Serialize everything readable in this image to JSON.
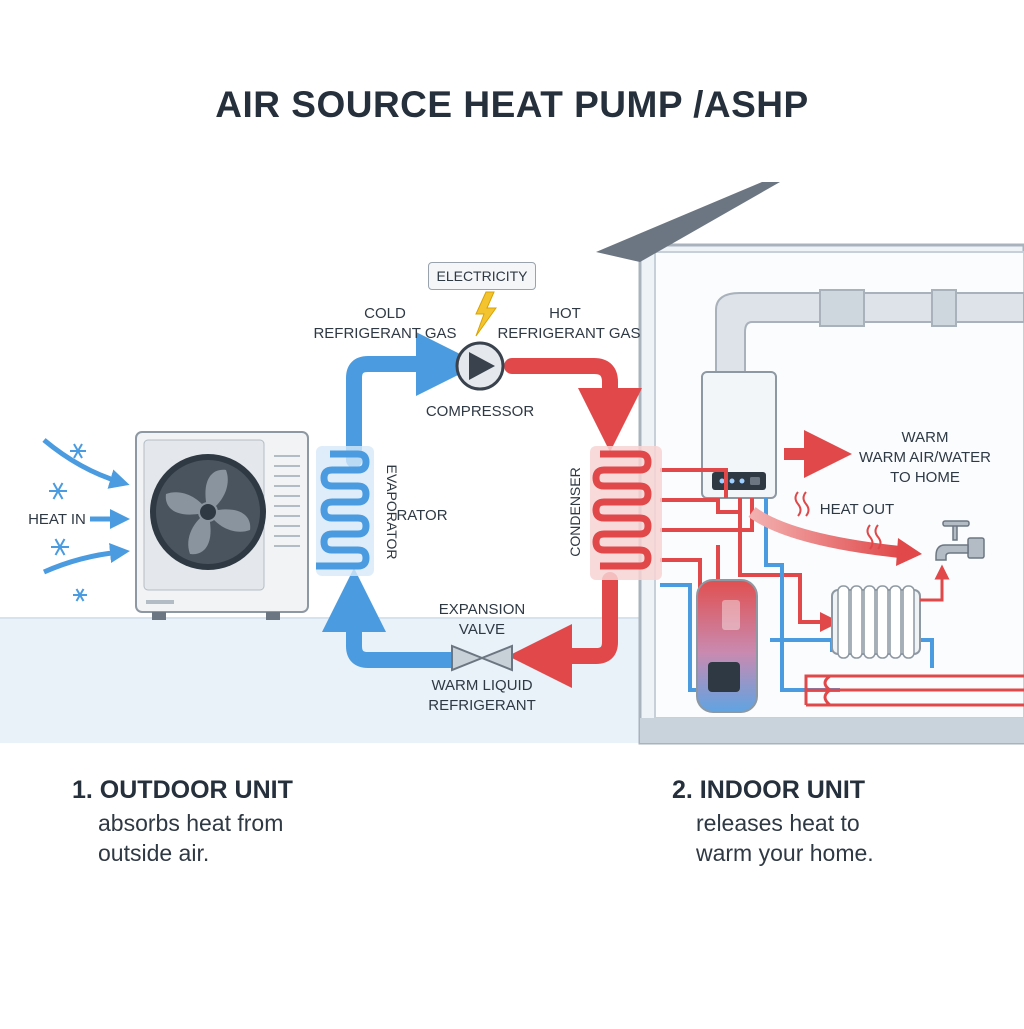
{
  "title": "AIR SOURCE HEAT PUMP /ASHP",
  "labels": {
    "electricity": "ELECTRICITY",
    "cold_gas_line1": "COLD",
    "cold_gas_line2": "REFRIGERANT GAS",
    "hot_gas_line1": "HOT",
    "hot_gas_line2": "REFRIGERANT GAS",
    "compressor": "COMPRESSOR",
    "heat_in": "HEAT IN",
    "evaporator_vertical": "EVAPORATOR",
    "evaporator_fragment": "RATOR",
    "condenser": "CONDENSER",
    "expansion_line1": "EXPANSION",
    "expansion_line2": "VALVE",
    "warm_liquid_line1": "WARM LIQUID",
    "warm_liquid_line2": "REFRIGERANT",
    "warm_line1": "WARM",
    "warm_line2": "WARM AIR/WATER",
    "warm_line3": "TO HOME",
    "heat_out": "HEAT OUT"
  },
  "outdoor": {
    "heading": "1. OUTDOOR UNIT",
    "description": "absorbs heat from outside air."
  },
  "indoor": {
    "heading": "2. INDOOR UNIT",
    "description": "releases heat to warm your home."
  },
  "colors": {
    "cold": "#4a9be0",
    "hot": "#e0484a",
    "ground": "#e9f2f8",
    "house_wall": "#f1f5f9",
    "roof": "#6c7682"
  },
  "icons": [
    "snowflake-icon",
    "lightning-icon",
    "fan-icon",
    "faucet-icon",
    "heat-waves-icon",
    "radiator-icon"
  ]
}
